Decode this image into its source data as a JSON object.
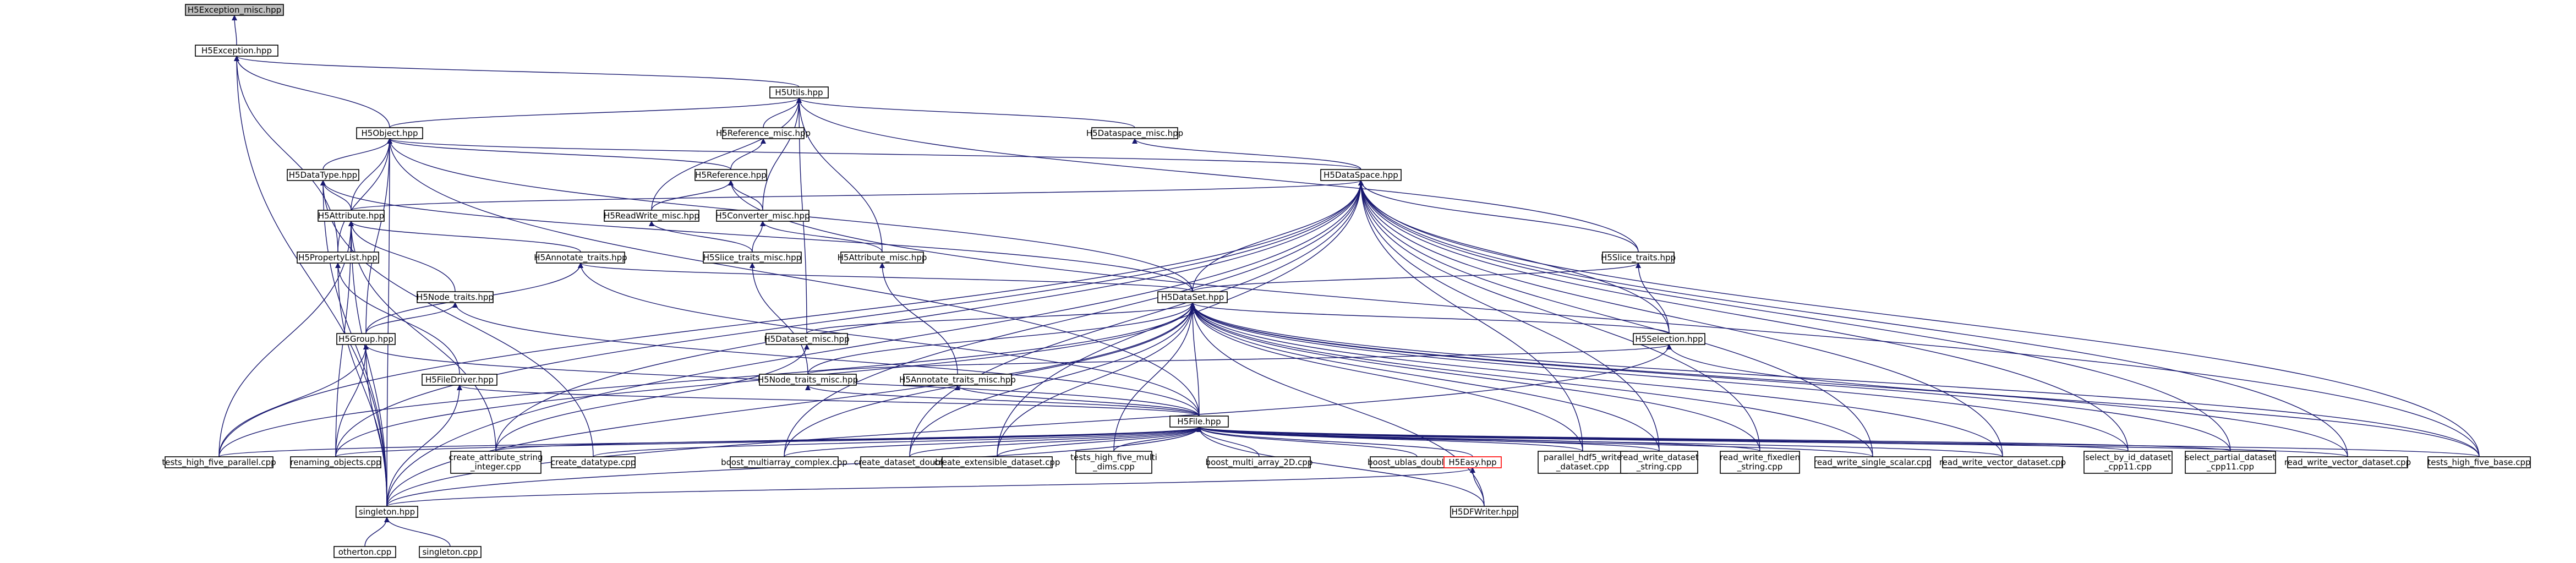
{
  "colors": {
    "edge": "#191970",
    "root_fill": "#bfbfbf",
    "node_border": "#000000",
    "highlight_border": "#ff0000"
  },
  "nodes": {
    "h5exception_misc": "H5Exception_misc.hpp",
    "h5exception": "H5Exception.hpp",
    "h5utils": "H5Utils.hpp",
    "h5object": "H5Object.hpp",
    "h5reference_misc": "H5Reference_misc.hpp",
    "h5dataspace_misc": "H5Dataspace_misc.hpp",
    "h5datatype": "H5DataType.hpp",
    "h5reference": "H5Reference.hpp",
    "h5dataspace": "H5DataSpace.hpp",
    "h5attribute": "H5Attribute.hpp",
    "h5readwrite_misc": "H5ReadWrite_misc.hpp",
    "h5converter_misc": "H5Converter_misc.hpp",
    "h5propertylist": "H5PropertyList.hpp",
    "h5annotate_traits": "H5Annotate_traits.hpp",
    "h5slice_traits_misc": "H5Slice_traits_misc.hpp",
    "h5attribute_misc": "H5Attribute_misc.hpp",
    "h5slice_traits": "H5Slice_traits.hpp",
    "h5node_traits": "H5Node_traits.hpp",
    "h5dataset": "H5DataSet.hpp",
    "h5group": "H5Group.hpp",
    "h5dataset_misc": "H5Dataset_misc.hpp",
    "h5selection": "H5Selection.hpp",
    "h5filedriver": "H5FileDriver.hpp",
    "h5node_traits_misc": "H5Node_traits_misc.hpp",
    "h5annotate_traits_misc": "H5Annotate_traits_misc.hpp",
    "h5file": "H5File.hpp",
    "tests_high_five_parallel": "tests_high_five_parallel.cpp",
    "renaming_objects": "renaming_objects.cpp",
    "create_attribute_string_integer": "create_attribute_string\n_integer.cpp",
    "create_datatype": "create_datatype.cpp",
    "boost_multiarray_complex": "boost_multiarray_complex.cpp",
    "create_dataset_double": "create_dataset_double.cpp",
    "create_extensible_dataset": "create_extensible_dataset.cpp",
    "tests_high_five_multi_dims": "tests_high_five_multi\n_dims.cpp",
    "boost_multi_array_2d": "boost_multi_array_2D.cpp",
    "boost_ublas_double": "boost_ublas_double.cpp",
    "h5easy": "H5Easy.hpp",
    "parallel_hdf5_write_dataset": "parallel_hdf5_write\n_dataset.cpp",
    "read_write_dataset_string": "read_write_dataset\n_string.cpp",
    "read_write_fixedlen_string": "read_write_fixedlen\n_string.cpp",
    "read_write_single_scalar": "read_write_single_scalar.cpp",
    "read_write_vector_dataset_top": "read_write_vector_dataset.cpp",
    "select_by_id_dataset_cpp11": "select_by_id_dataset\n_cpp11.cpp",
    "select_partial_dataset_cpp11": "select_partial_dataset\n_cpp11.cpp",
    "read_write_vector_dataset_right": "read_write_vector_dataset.cpp",
    "tests_high_five_base": "tests_high_five_base.cpp",
    "singleton": "singleton.hpp",
    "h5dfwriter": "H5DFWriter.hpp",
    "otherton": "otherton.cpp",
    "singleton_cpp": "singleton.cpp"
  }
}
